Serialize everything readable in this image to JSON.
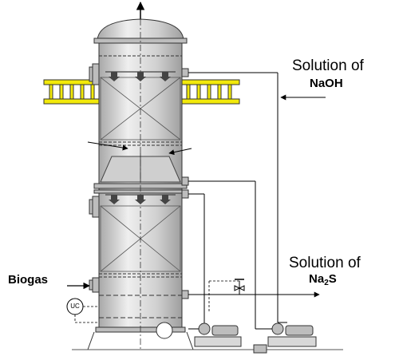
{
  "labels": {
    "naoh_line1": "Solution of",
    "naoh_line2": "NaOH",
    "na2s_line1": "Solution of",
    "na2s_na": "Na",
    "na2s_sub": "2",
    "na2s_s": "S",
    "biogas": "Biogas",
    "controller": "UC"
  },
  "colors": {
    "column_fill": "#dcdcdc",
    "column_shade": "#a9a9a9",
    "line": "#000000",
    "walkway": "#f2e90a",
    "pump": "#bdbdbd"
  }
}
